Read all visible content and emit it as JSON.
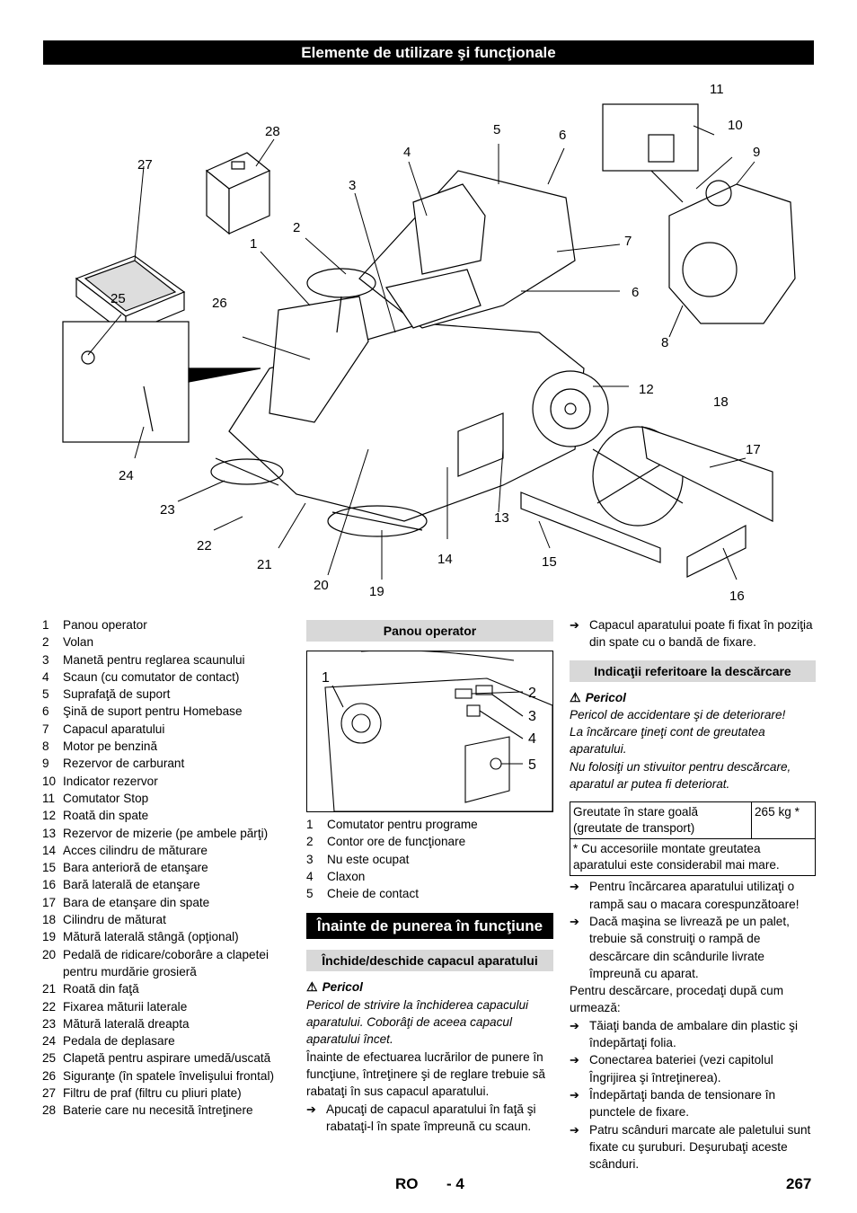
{
  "header": {
    "title": "Elemente de utilizare şi funcţionale"
  },
  "figure": {
    "callouts": [
      "1",
      "2",
      "3",
      "4",
      "5",
      "6",
      "6",
      "7",
      "8",
      "9",
      "10",
      "11",
      "12",
      "13",
      "14",
      "15",
      "16",
      "17",
      "18",
      "19",
      "20",
      "21",
      "22",
      "23",
      "24",
      "25",
      "26",
      "27",
      "28"
    ]
  },
  "parts_list": [
    {
      "n": "1",
      "t": "Panou operator"
    },
    {
      "n": "2",
      "t": "Volan"
    },
    {
      "n": "3",
      "t": "Manetă pentru reglarea scaunului"
    },
    {
      "n": "4",
      "t": "Scaun (cu comutator de contact)"
    },
    {
      "n": "5",
      "t": "Suprafaţă de suport"
    },
    {
      "n": "6",
      "t": "Şină de suport pentru Homebase"
    },
    {
      "n": "7",
      "t": "Capacul aparatului"
    },
    {
      "n": "8",
      "t": "Motor pe benzină"
    },
    {
      "n": "9",
      "t": "Rezervor de carburant"
    },
    {
      "n": "10",
      "t": "Indicator rezervor"
    },
    {
      "n": "11",
      "t": "Comutator Stop"
    },
    {
      "n": "12",
      "t": "Roată din spate"
    },
    {
      "n": "13",
      "t": "Rezervor de mizerie (pe ambele părţi)"
    },
    {
      "n": "14",
      "t": "Acces cilindru de măturare"
    },
    {
      "n": "15",
      "t": "Bara anterioră de etanşare"
    },
    {
      "n": "16",
      "t": "Bară laterală de etanşare"
    },
    {
      "n": "17",
      "t": "Bara de etanşare din spate"
    },
    {
      "n": "18",
      "t": "Cilindru de măturat"
    },
    {
      "n": "19",
      "t": "Mătură laterală stângă (opţional)"
    },
    {
      "n": "20",
      "t": "Pedală de ridicare/coborâre a clapetei pentru murdărie grosieră"
    },
    {
      "n": "21",
      "t": "Roată din faţă"
    },
    {
      "n": "22",
      "t": "Fixarea măturii laterale"
    },
    {
      "n": "23",
      "t": "Mătură laterală dreapta"
    },
    {
      "n": "24",
      "t": "Pedala de deplasare"
    },
    {
      "n": "25",
      "t": "Clapetă pentru aspirare umedă/uscată"
    },
    {
      "n": "26",
      "t": "Siguranţe (în spatele învelişului frontal)"
    },
    {
      "n": "27",
      "t": "Filtru de praf (filtru cu pliuri plate)"
    },
    {
      "n": "28",
      "t": "Baterie care nu necesită întreţinere"
    }
  ],
  "col2": {
    "panel_heading": "Panou operator",
    "panel_callouts": [
      "1",
      "2",
      "3",
      "4",
      "5"
    ],
    "panel_items": [
      {
        "n": "1",
        "t": "Comutator pentru programe"
      },
      {
        "n": "2",
        "t": "Contor ore de funcţionare"
      },
      {
        "n": "3",
        "t": "Nu este ocupat"
      },
      {
        "n": "4",
        "t": "Claxon"
      },
      {
        "n": "5",
        "t": "Cheie de contact"
      }
    ],
    "big_heading": "Înainte de punerea în funcţiune",
    "sub_heading": "Închide/deschide capacul aparatului",
    "warn_label": "Pericol",
    "warn_text": "Pericol de strivire la închiderea capacului aparatului. Coborâţi de aceea capacul aparatului încet.",
    "body": "Înainte de efectuarea lucrărilor de punere în funcţiune, întreţinere şi de reglare trebuie să rabataţi în sus capacul aparatului.",
    "step": "Apucaţi de capacul aparatului în faţă şi rabataţi-l în spate împreună cu scaun."
  },
  "col3": {
    "step_top": "Capacul aparatului poate fi fixat în poziţia din spate cu o bandă de fixare.",
    "heading": "Indicaţii referitoare la descărcare",
    "warn_label": "Pericol",
    "warn_line1": "Pericol de accidentare şi de deteriorare!",
    "warn_line2": "La încărcare ţineţi cont de greutatea aparatului.",
    "warn_line3": "Nu folosiţi un stivuitor pentru descărcare, aparatul ar putea fi deteriorat.",
    "table": {
      "label": "Greutate în stare goală (greutate de transport)",
      "value": "265 kg *",
      "note": "* Cu accesoriile montate greutatea aparatului este considerabil mai mare."
    },
    "steps_a": [
      "Pentru încărcarea aparatului utilizaţi o rampă sau o macara corespunzătoare!",
      "Dacă maşina se livrează pe un palet, trebuie să construiţi o rampă de descărcare din scândurile livrate împreună cu aparat."
    ],
    "intro": "Pentru descărcare, procedaţi după cum urmează:",
    "steps_b": [
      "Tăiaţi banda de ambalare din plastic şi îndepărtaţi folia.",
      "Conectarea bateriei (vezi capitolul Îngrijirea şi întreţinerea).",
      "Îndepărtaţi banda de tensionare în punctele de fixare.",
      "Patru scânduri marcate ale paletului sunt fixate cu şuruburi. Deşurubaţi aceste scânduri."
    ]
  },
  "footer": {
    "lang": "RO",
    "page_rel": "- 4",
    "page": "267"
  }
}
